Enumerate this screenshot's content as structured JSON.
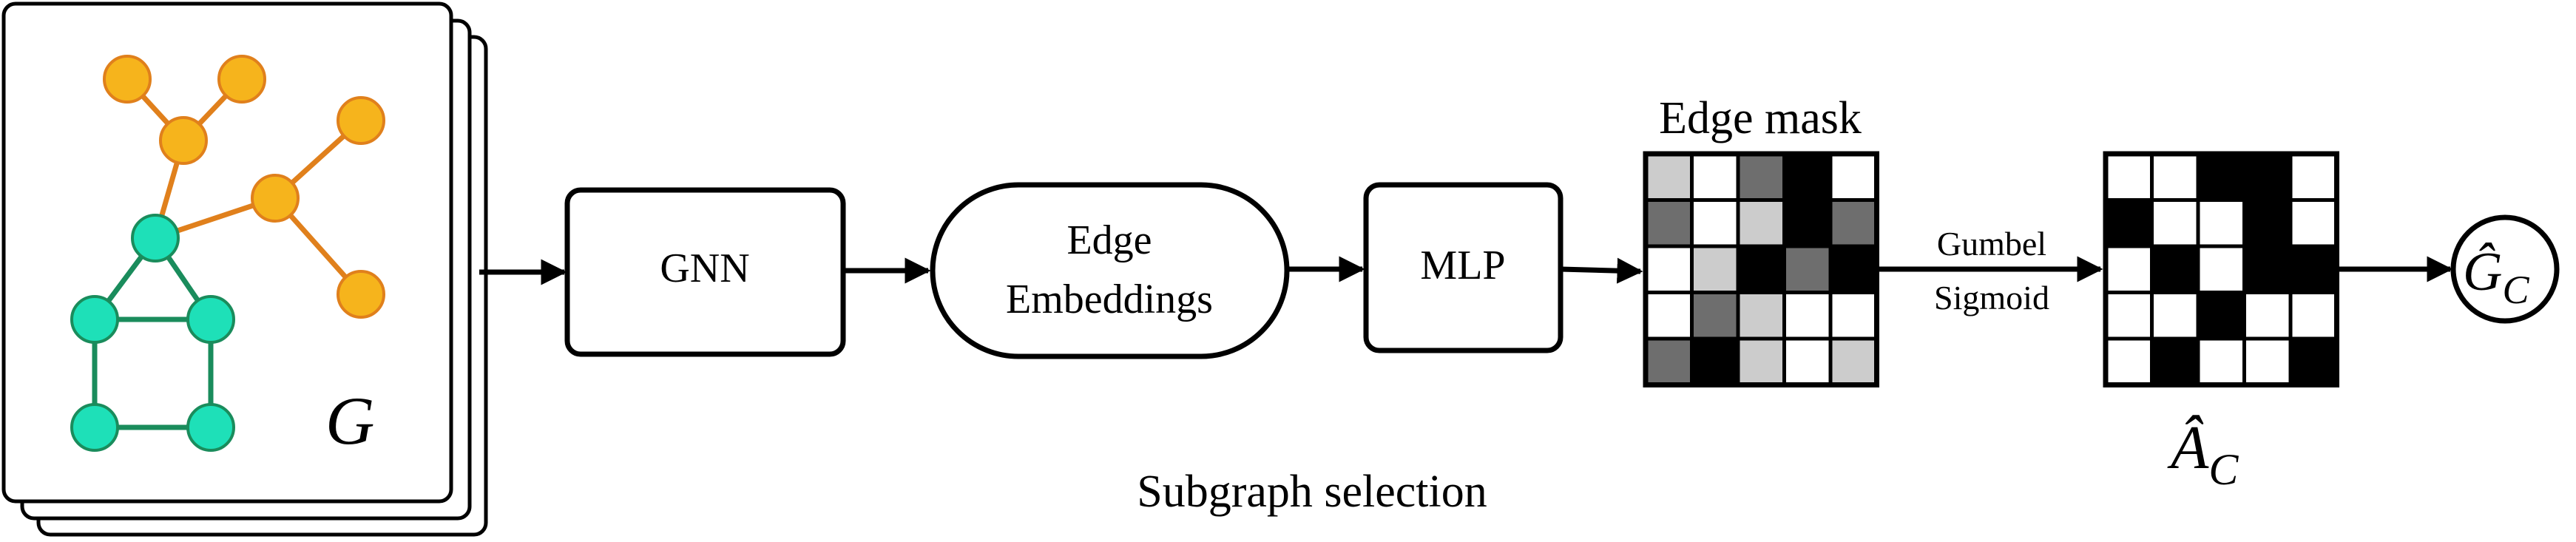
{
  "graph": {
    "label": "G",
    "orange_color": "#f6b41c",
    "green_color": "#1ee0b8",
    "orange_edge_color": "#e0801c",
    "green_edge_color": "#1a8c5c"
  },
  "blocks": {
    "gnn": "GNN",
    "edge_embeddings_line1": "Edge",
    "edge_embeddings_line2": "Embeddings",
    "mlp": "MLP"
  },
  "edge_mask": {
    "title": "Edge mask",
    "grid": [
      [
        1,
        0,
        2,
        3,
        0
      ],
      [
        2,
        0,
        1,
        3,
        2
      ],
      [
        0,
        1,
        3,
        2,
        3
      ],
      [
        0,
        2,
        1,
        0,
        0
      ],
      [
        2,
        3,
        1,
        0,
        1
      ]
    ],
    "shade_colors": [
      "#ffffff",
      "#cccccc",
      "#6e6e6e",
      "#000000"
    ]
  },
  "gumbel": {
    "line1": "Gumbel",
    "line2": "Sigmoid"
  },
  "adjacency": {
    "label_main": "Â",
    "label_sub": "C",
    "grid": [
      [
        0,
        0,
        1,
        1,
        0
      ],
      [
        1,
        0,
        0,
        1,
        0
      ],
      [
        0,
        1,
        0,
        1,
        1
      ],
      [
        0,
        0,
        1,
        0,
        0
      ],
      [
        0,
        1,
        0,
        0,
        1
      ]
    ]
  },
  "output": {
    "label_main": "Ĝ",
    "label_sub": "C"
  },
  "caption": "Subgraph selection"
}
